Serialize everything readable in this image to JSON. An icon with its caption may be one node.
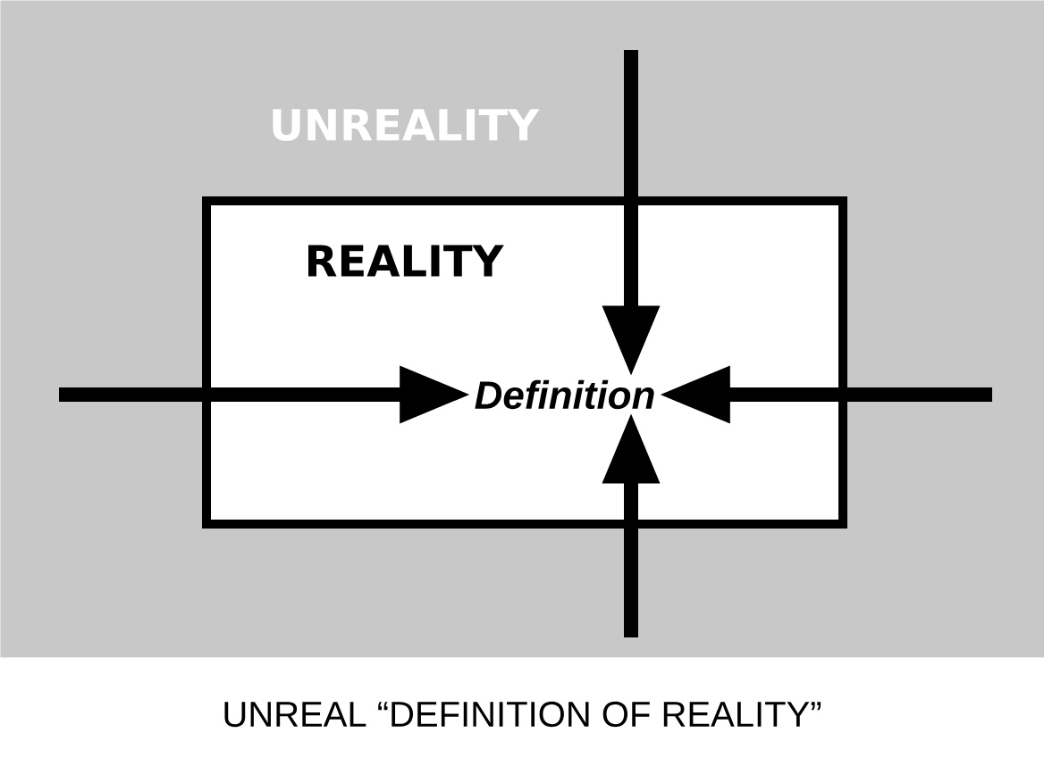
{
  "diagram": {
    "caption": "UNREAL “DEFINITION OF REALITY”",
    "nodes": [
      {
        "text": [
          "UNREALITY"
        ]
      },
      {
        "text": [
          "REALITY"
        ],
        "in": 0
      },
      {
        "text": [
          "Definition"
        ],
        "in": 1
      }
    ],
    "edges": [
      {
        "from": null,
        "to": 2,
        "arrow": "to"
      },
      {
        "from": null,
        "to": 2,
        "arrow": "to"
      },
      {
        "from": null,
        "to": 2,
        "arrow": "to"
      },
      {
        "from": null,
        "to": 2,
        "arrow": "to"
      }
    ]
  }
}
